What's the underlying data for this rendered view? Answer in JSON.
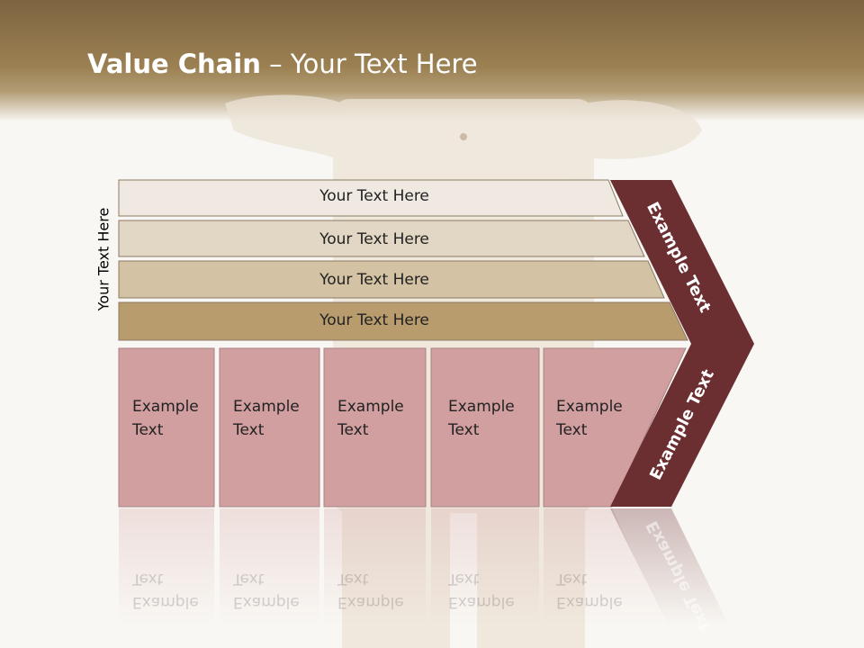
{
  "title": {
    "bold": "Value Chain",
    "rest": " – Your Text Here"
  },
  "side_label": "Your Text Here",
  "rows": [
    {
      "label": "Your Text Here",
      "color": "#efe9e1"
    },
    {
      "label": "Your Text Here",
      "color": "#e2d6c4"
    },
    {
      "label": "Your Text Here",
      "color": "#d4c2a4"
    },
    {
      "label": "Your Text Here",
      "color": "#b89c6e"
    }
  ],
  "boxes": [
    {
      "line1": "Example",
      "line2": "Text"
    },
    {
      "line1": "Example",
      "line2": "Text"
    },
    {
      "line1": "Example",
      "line2": "Text"
    },
    {
      "line1": "Example",
      "line2": "Text"
    },
    {
      "line1": "Example",
      "line2": "Text"
    }
  ],
  "chevron": {
    "upper": "Example Text",
    "lower": "Example Text"
  },
  "colors": {
    "box_fill": "#d19fa0",
    "chevron": "#6b2f31",
    "header": "#8e7248"
  }
}
